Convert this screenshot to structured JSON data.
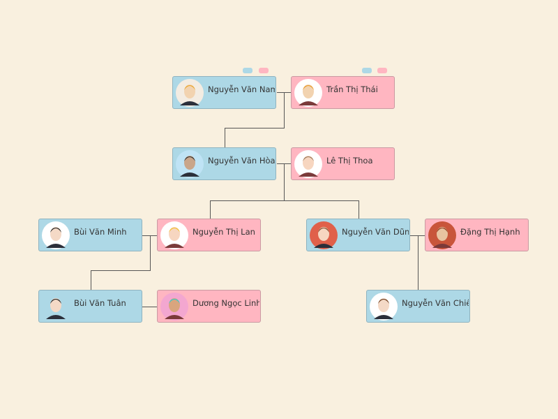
{
  "colors": {
    "male": "#add8e6",
    "female": "#ffb6c1",
    "background": "#f9f0df"
  },
  "nodes": [
    {
      "name": "Nguyễn Văn Nam",
      "gender": "male"
    },
    {
      "name": "Trần Thị Thái",
      "gender": "female"
    },
    {
      "name": "Nguyễn Văn Hòa",
      "gender": "male"
    },
    {
      "name": "Lê Thị Thoa",
      "gender": "female"
    },
    {
      "name": "Bùi Văn Minh",
      "gender": "male"
    },
    {
      "name": "Nguyễn Thị Lan",
      "gender": "female"
    },
    {
      "name": "Nguyễn Văn Dũng",
      "gender": "male"
    },
    {
      "name": "Đặng Thị Hạnh",
      "gender": "female"
    },
    {
      "name": "Bùi Văn Tuân",
      "gender": "male"
    },
    {
      "name": "Dương Ngọc Linh",
      "gender": "female"
    },
    {
      "name": "Nguyễn Văn Chiê",
      "gender": "male"
    }
  ]
}
